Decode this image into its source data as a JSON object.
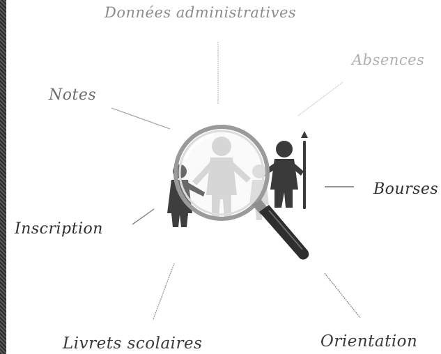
{
  "diagram": {
    "labels": {
      "donnees": "Données administratives",
      "absences": "Absences",
      "notes": "Notes",
      "bourses": "Bourses",
      "inscription": "Inscription",
      "livrets": "Livrets scolaires",
      "orientation": "Orientation"
    },
    "center_icon": "magnifying-glass-over-people-icon",
    "colors": {
      "dark_text": "#2f2f2f",
      "faded_text": "#b0b0b0",
      "figure_dark": "#3a3a3a",
      "figure_light": "#c8c8c8"
    }
  }
}
